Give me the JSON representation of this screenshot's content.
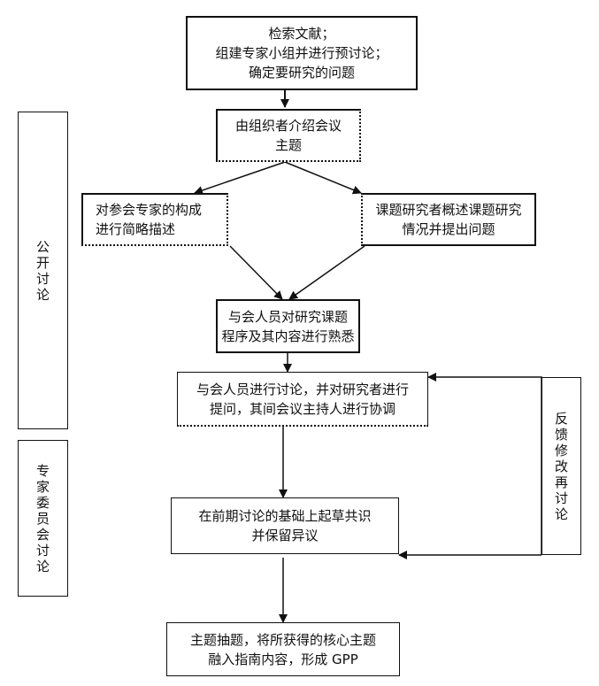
{
  "steps": {
    "literature": [
      "检索文献；",
      "组建专家小组并进行预讨论；",
      "确定要研究的问题"
    ],
    "organizer": [
      "由组织者介绍会议",
      "主题"
    ],
    "describe_experts": [
      "对参会专家的构成",
      "进行简略描述"
    ],
    "researcher_overview": [
      "课题研究者概述课题研究",
      "情况并提出问题"
    ],
    "familiarize": [
      "与会人员对研究课题",
      "程序及其内容进行熟悉"
    ],
    "discussion": [
      "与会人员进行讨论，并对研究者进行",
      "提问，其间会议主持人进行协调"
    ],
    "consensus": [
      "在前期讨论的基础上起草共识",
      "并保留异议"
    ],
    "final": [
      "主题抽题，将所获得的核心主题",
      "融入指南内容，形成 GPP"
    ]
  },
  "side_labels": {
    "open_discussion": "公开讨论",
    "committee_discussion": "专家委员会讨论",
    "feedback": "反馈修改再讨论"
  }
}
